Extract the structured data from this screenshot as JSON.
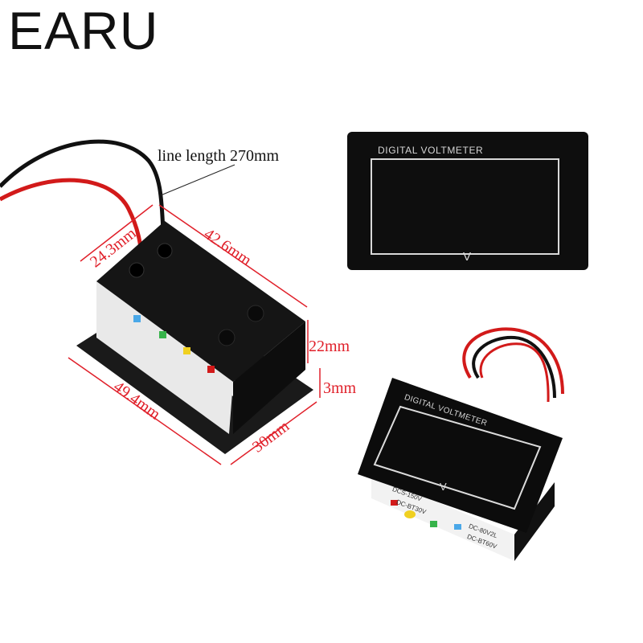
{
  "brand": "EARU",
  "callout": "line length 270mm",
  "dimensions": {
    "depth_top": "24.3mm",
    "width_top": "42.6mm",
    "height": "22mm",
    "flange": "3mm",
    "base_length": "49.4mm",
    "base_depth": "30mm"
  },
  "front_view": {
    "title": "DIGITAL VOLTMETER",
    "unit": "V"
  },
  "angled_view": {
    "title": "DIGITAL VOLTMETER",
    "unit": "V",
    "labels": [
      "DCS-150V",
      "DC-BT30V",
      "DC-80V2L",
      "DC-BT60V"
    ]
  },
  "colors": {
    "dimension": "#e0202a",
    "panel": "#111111",
    "wire_red": "#d21a1a",
    "wire_black": "#111111"
  }
}
